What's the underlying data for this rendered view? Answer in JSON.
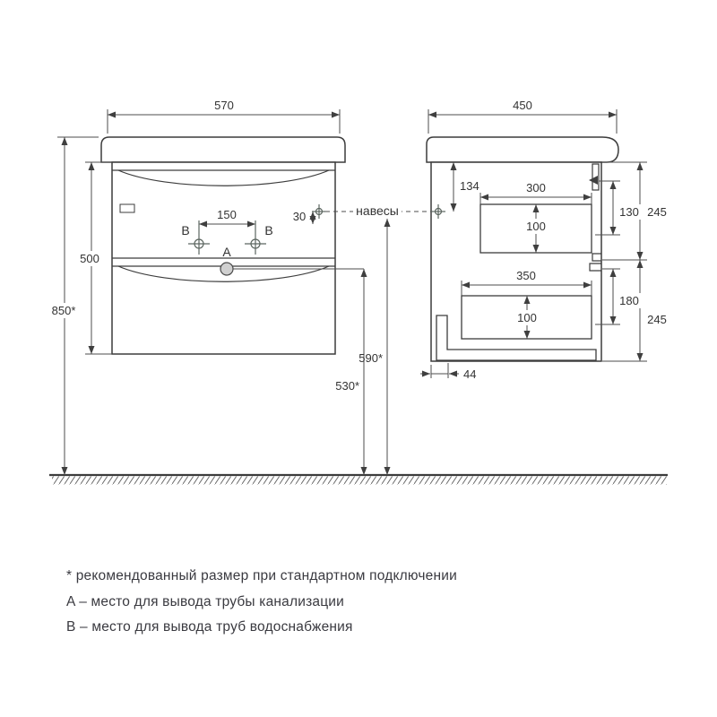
{
  "front_view": {
    "dims": {
      "width": "570",
      "height": "500",
      "mount_height": "850*",
      "holes_spacing": "150",
      "hanger_offset": "30",
      "drain_line_height": "590*",
      "supply_line_height": "530*"
    },
    "labels": {
      "a": "A",
      "b_left": "B",
      "b_right": "B",
      "hangers": "навесы"
    }
  },
  "side_view": {
    "dims": {
      "depth": "450",
      "hanger_drop": "134",
      "upper_drawer_depth": "300",
      "upper_drawer_height": "100",
      "upper_gap": "130",
      "upper_section": "245",
      "lower_drawer_depth": "350",
      "lower_drawer_height": "100",
      "lower_front_height": "180",
      "lower_section": "245",
      "pipe_offset": "44"
    }
  },
  "legend": {
    "note": "* рекомендованный размер при стандартном подключении",
    "a_note": "A – место для вывода трубы канализации",
    "b_note": "B – место для вывода труб водоснабжения"
  }
}
